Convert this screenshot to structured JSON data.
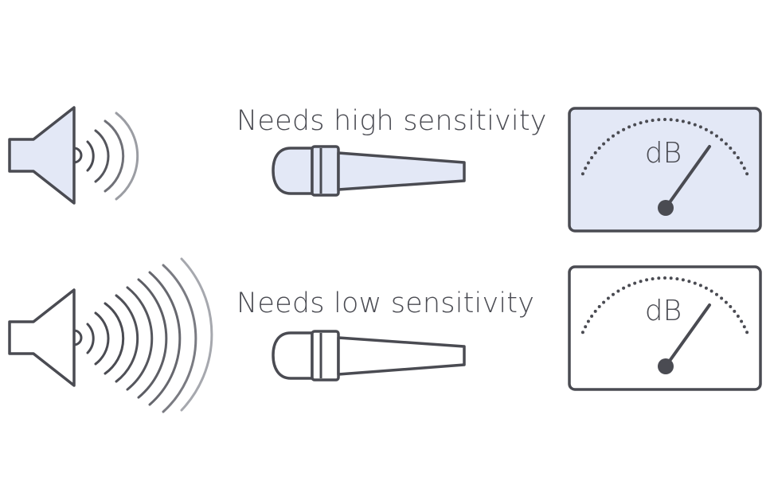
{
  "rows": [
    {
      "caption": "Needs high sensitivity",
      "meter_label": "dB",
      "mic_fill": "#e3e8f6",
      "meter_fill": "#e3e8f6",
      "speaker_fill": "#e3e8f6"
    },
    {
      "caption": "Needs low sensitivity",
      "meter_label": "dB",
      "mic_fill": "#ffffff",
      "meter_fill": "#ffffff",
      "speaker_fill": "#ffffff"
    }
  ],
  "colors": {
    "stroke": "#4a4b52",
    "text": "#4a4b52",
    "wave_dark": "#4a4b52",
    "wave_light": "#a6a8ae"
  },
  "icons": {
    "speaker": "speaker-icon",
    "microphone": "microphone-icon",
    "meter": "db-meter-icon"
  }
}
